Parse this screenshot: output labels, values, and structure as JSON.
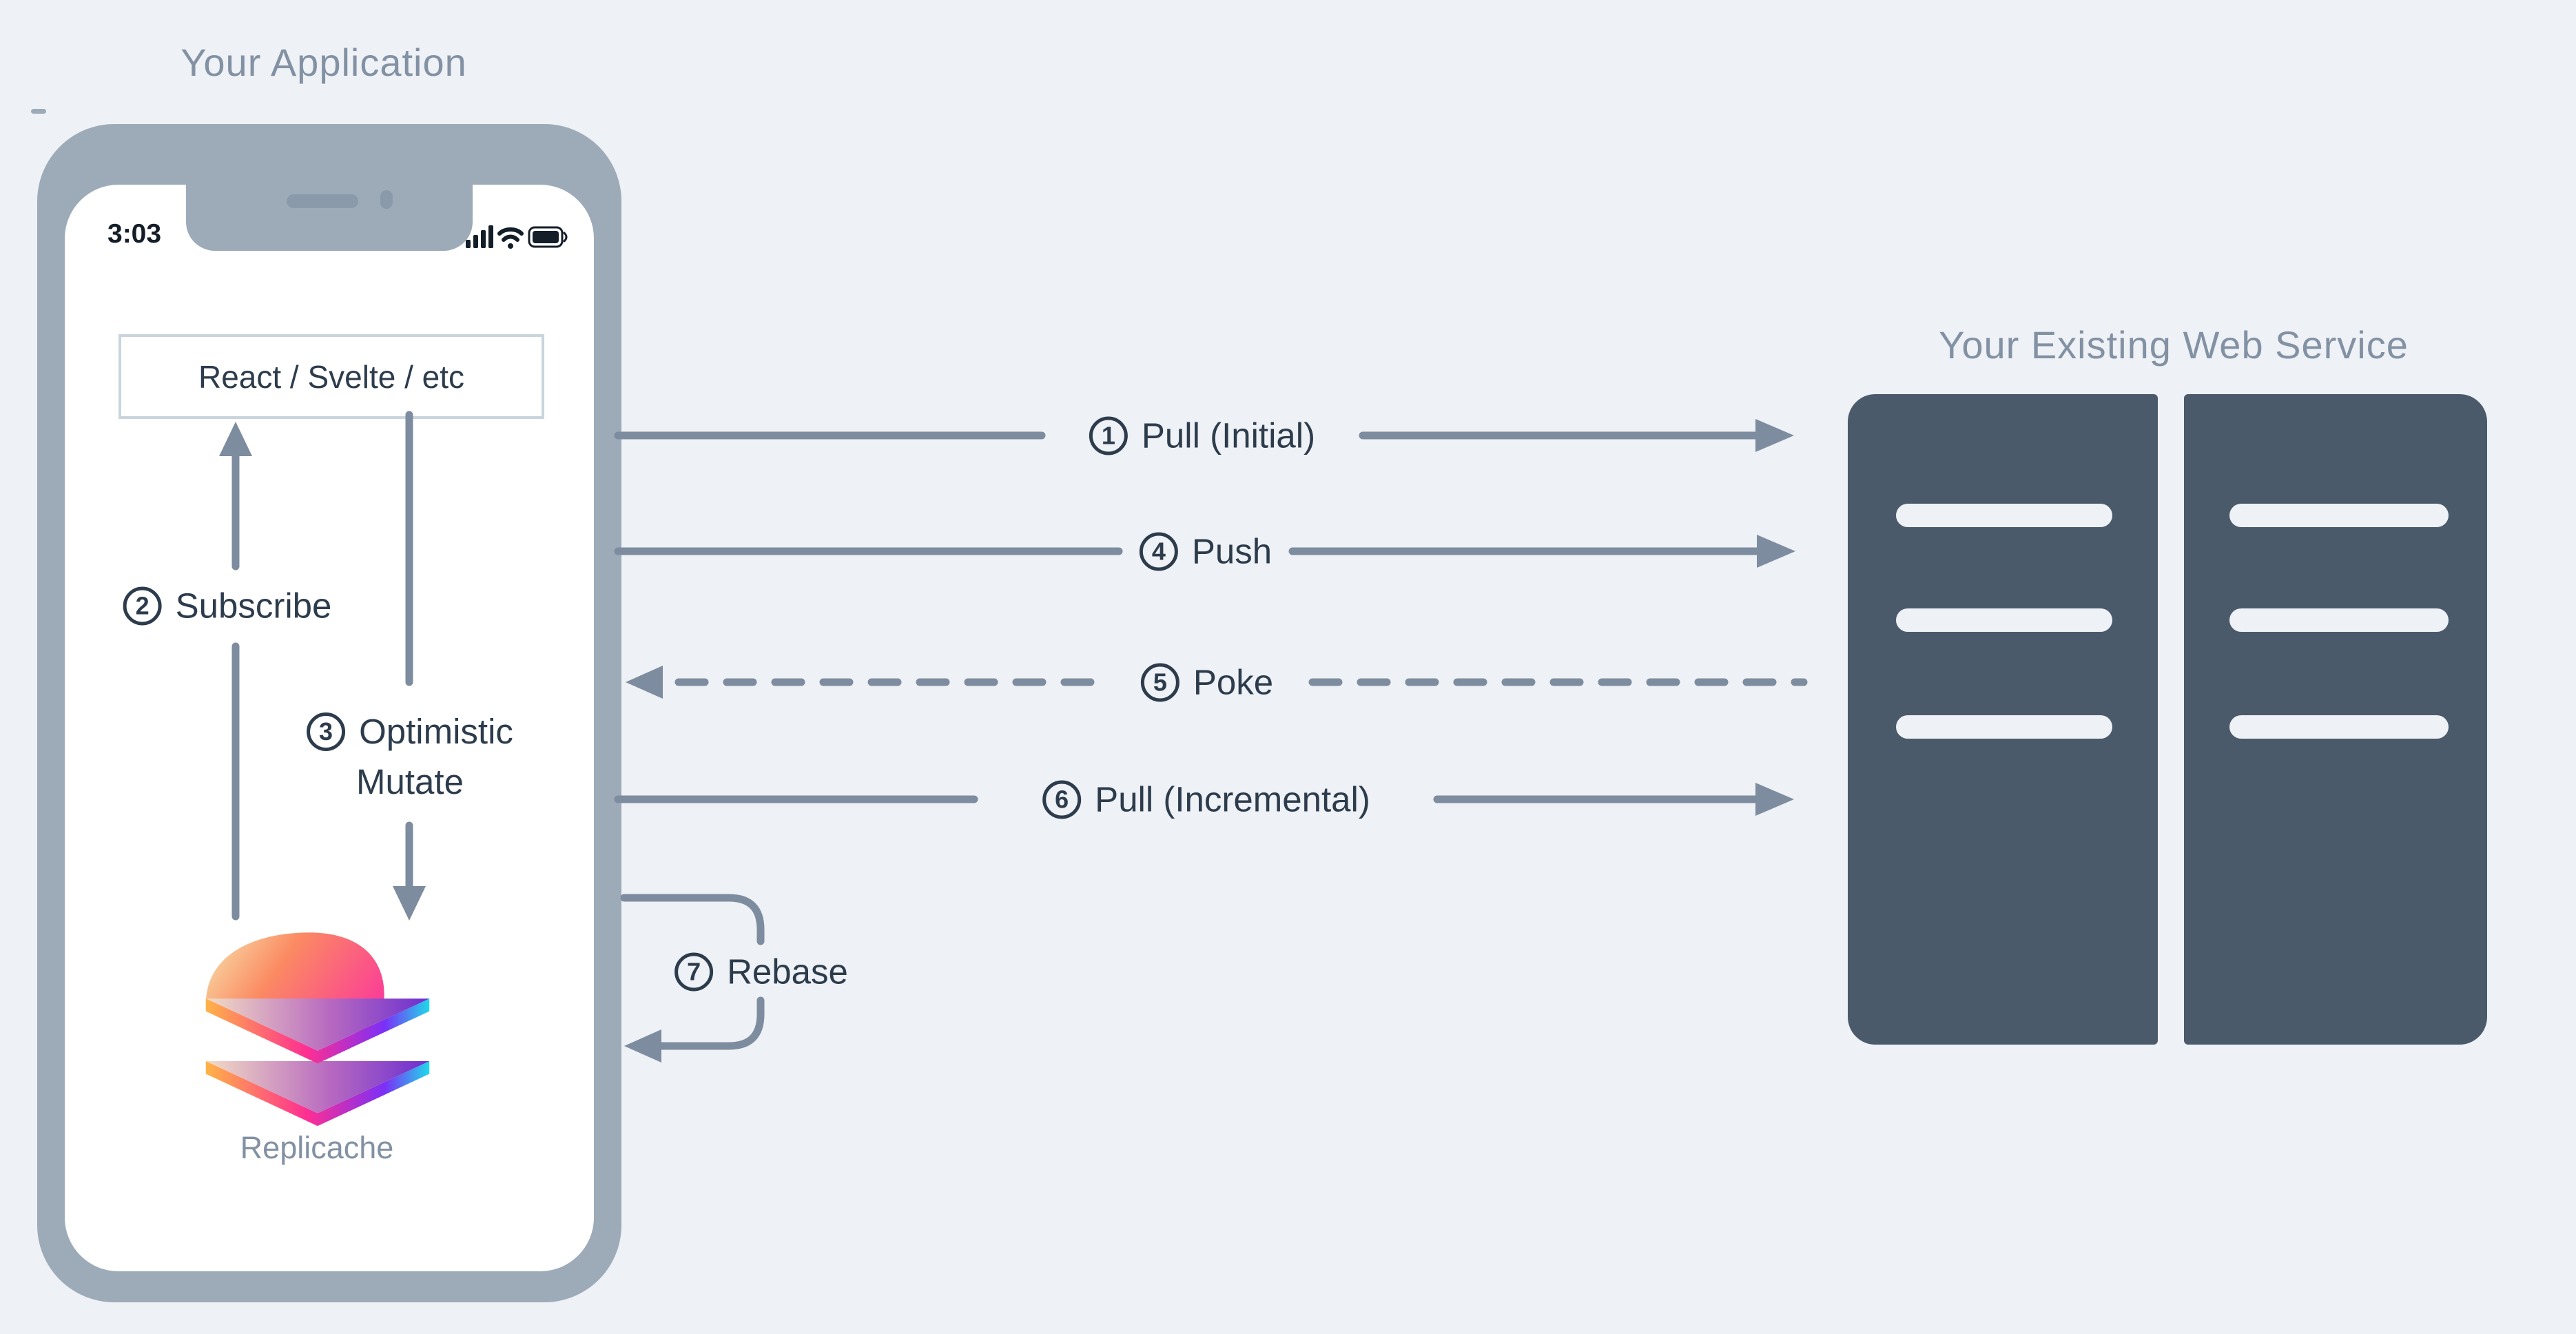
{
  "app": {
    "title": "Your Application",
    "phone": {
      "status_time": "3:03",
      "ui_box_label": "React / Svelte / etc",
      "logo_label": "Replicache"
    }
  },
  "internal_flows": {
    "subscribe": {
      "num": "2",
      "label": "Subscribe"
    },
    "mutate": {
      "num": "3",
      "line1": "Optimistic",
      "line2": "Mutate"
    }
  },
  "flows": [
    {
      "num": "1",
      "label": "Pull (Initial)",
      "style": "solid",
      "direction": "to-server"
    },
    {
      "num": "4",
      "label": "Push",
      "style": "solid",
      "direction": "to-server"
    },
    {
      "num": "5",
      "label": "Poke",
      "style": "dashed",
      "direction": "to-app"
    },
    {
      "num": "6",
      "label": "Pull (Incremental)",
      "style": "solid",
      "direction": "to-server"
    },
    {
      "num": "7",
      "label": "Rebase",
      "style": "loop",
      "direction": "to-app"
    }
  ],
  "service": {
    "title": "Your Existing Web Service",
    "server_count": 2,
    "slots_per_server": 3
  },
  "colors": {
    "background": "#eef1f5",
    "phone_frame": "#9dabb9",
    "connector_line": "#7d8c9f",
    "text_dark": "#2d3c4c",
    "text_muted": "#8291a3",
    "server_fill": "#4a5a6b",
    "box_border": "#cad4dd"
  }
}
